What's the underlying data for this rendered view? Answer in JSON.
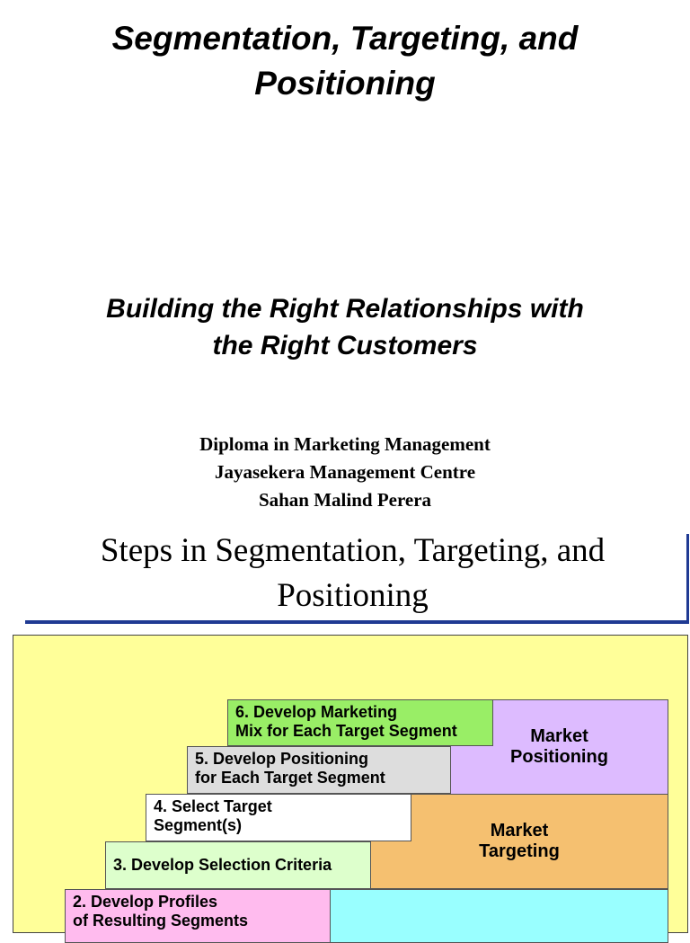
{
  "title": {
    "line1": "Segmentation, Targeting, and",
    "line2": "Positioning"
  },
  "subtitle": {
    "line1": "Building the Right Relationships with",
    "line2": "the Right Customers"
  },
  "credits": {
    "course": "Diploma in Marketing Management",
    "institution": "Jayasekera Management Centre",
    "author": "Sahan Malind Perera"
  },
  "slide2": {
    "title_line1": "Steps in Segmentation, Targeting, and",
    "title_line2": "Positioning"
  },
  "diagram": {
    "steps": [
      {
        "line1": "6.  Develop Marketing",
        "line2": "Mix for Each Target Segment",
        "color": "#99ee66"
      },
      {
        "line1": "5.  Develop Positioning",
        "line2": "for Each Target Segment",
        "color": "#dddddd"
      },
      {
        "line1": "4.  Select Target",
        "line2": "Segment(s)",
        "color": "#ffffff"
      },
      {
        "line1": "3.  Develop Selection Criteria",
        "color": "#ddffcc"
      },
      {
        "line1": "2.  Develop Profiles",
        "line2": "of Resulting Segments",
        "color": "#ffbbee"
      }
    ],
    "phases": [
      {
        "line1": "Market",
        "line2": "Positioning",
        "color": "#ddbbff"
      },
      {
        "line1": "Market",
        "line2": "Targeting",
        "color": "#f5c070"
      },
      {
        "color": "#99ffff"
      }
    ]
  }
}
